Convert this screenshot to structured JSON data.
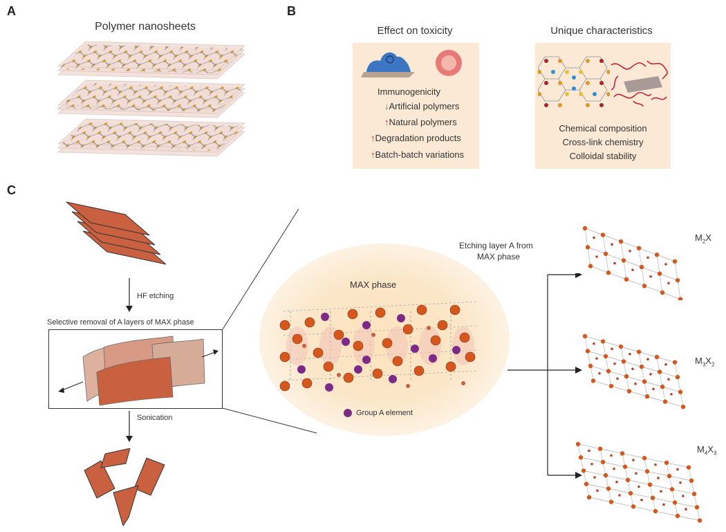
{
  "panel_a": {
    "letter": "A",
    "title": "Polymer nanosheets"
  },
  "panel_b": {
    "letter": "B",
    "toxicity": {
      "title": "Effect on toxicity",
      "items": [
        {
          "text": "Immunogenicity",
          "arrow": "none"
        },
        {
          "text": "Artificial polymers",
          "arrow": "down"
        },
        {
          "text": "Natural polymers",
          "arrow": "up"
        },
        {
          "text": "Degradation products",
          "arrow": "up"
        },
        {
          "text": "Batch-batch variations",
          "arrow": "up"
        }
      ]
    },
    "characteristics": {
      "title": "Unique characteristics",
      "items": [
        "Chemical composition",
        "Cross-link chemistry",
        "Colloidal stability"
      ]
    }
  },
  "panel_c": {
    "letter": "C",
    "hf_etching": "HF etching",
    "selective_removal": "Selective removal of A layers of MAX phase",
    "sonication": "Sonication",
    "max_phase": "MAX phase",
    "group_a": "Group A element",
    "etching_label_1": "Etching layer A from",
    "etching_label_2": "MAX phase",
    "products": [
      {
        "base": "M",
        "sub1": "2",
        "mid": "X",
        "sub2": ""
      },
      {
        "base": "M",
        "sub1": "3",
        "mid": "X",
        "sub2": "2"
      },
      {
        "base": "M",
        "sub1": "4",
        "mid": "X",
        "sub2": "3"
      }
    ]
  },
  "colors": {
    "sheet": "#c9603f",
    "box_bg": "#fbe9d6",
    "atom_orange": "#d4581e",
    "atom_purple": "#7b2a86",
    "arrow_up": "#e2231a",
    "arrow_down": "#2e9d3a",
    "network_gold": "#d99a2b"
  },
  "icons": [
    "polymer-stack",
    "cell",
    "blood-cell",
    "crystal-lattice",
    "polymer-chains",
    "mxene-sheets",
    "max-crystal"
  ]
}
